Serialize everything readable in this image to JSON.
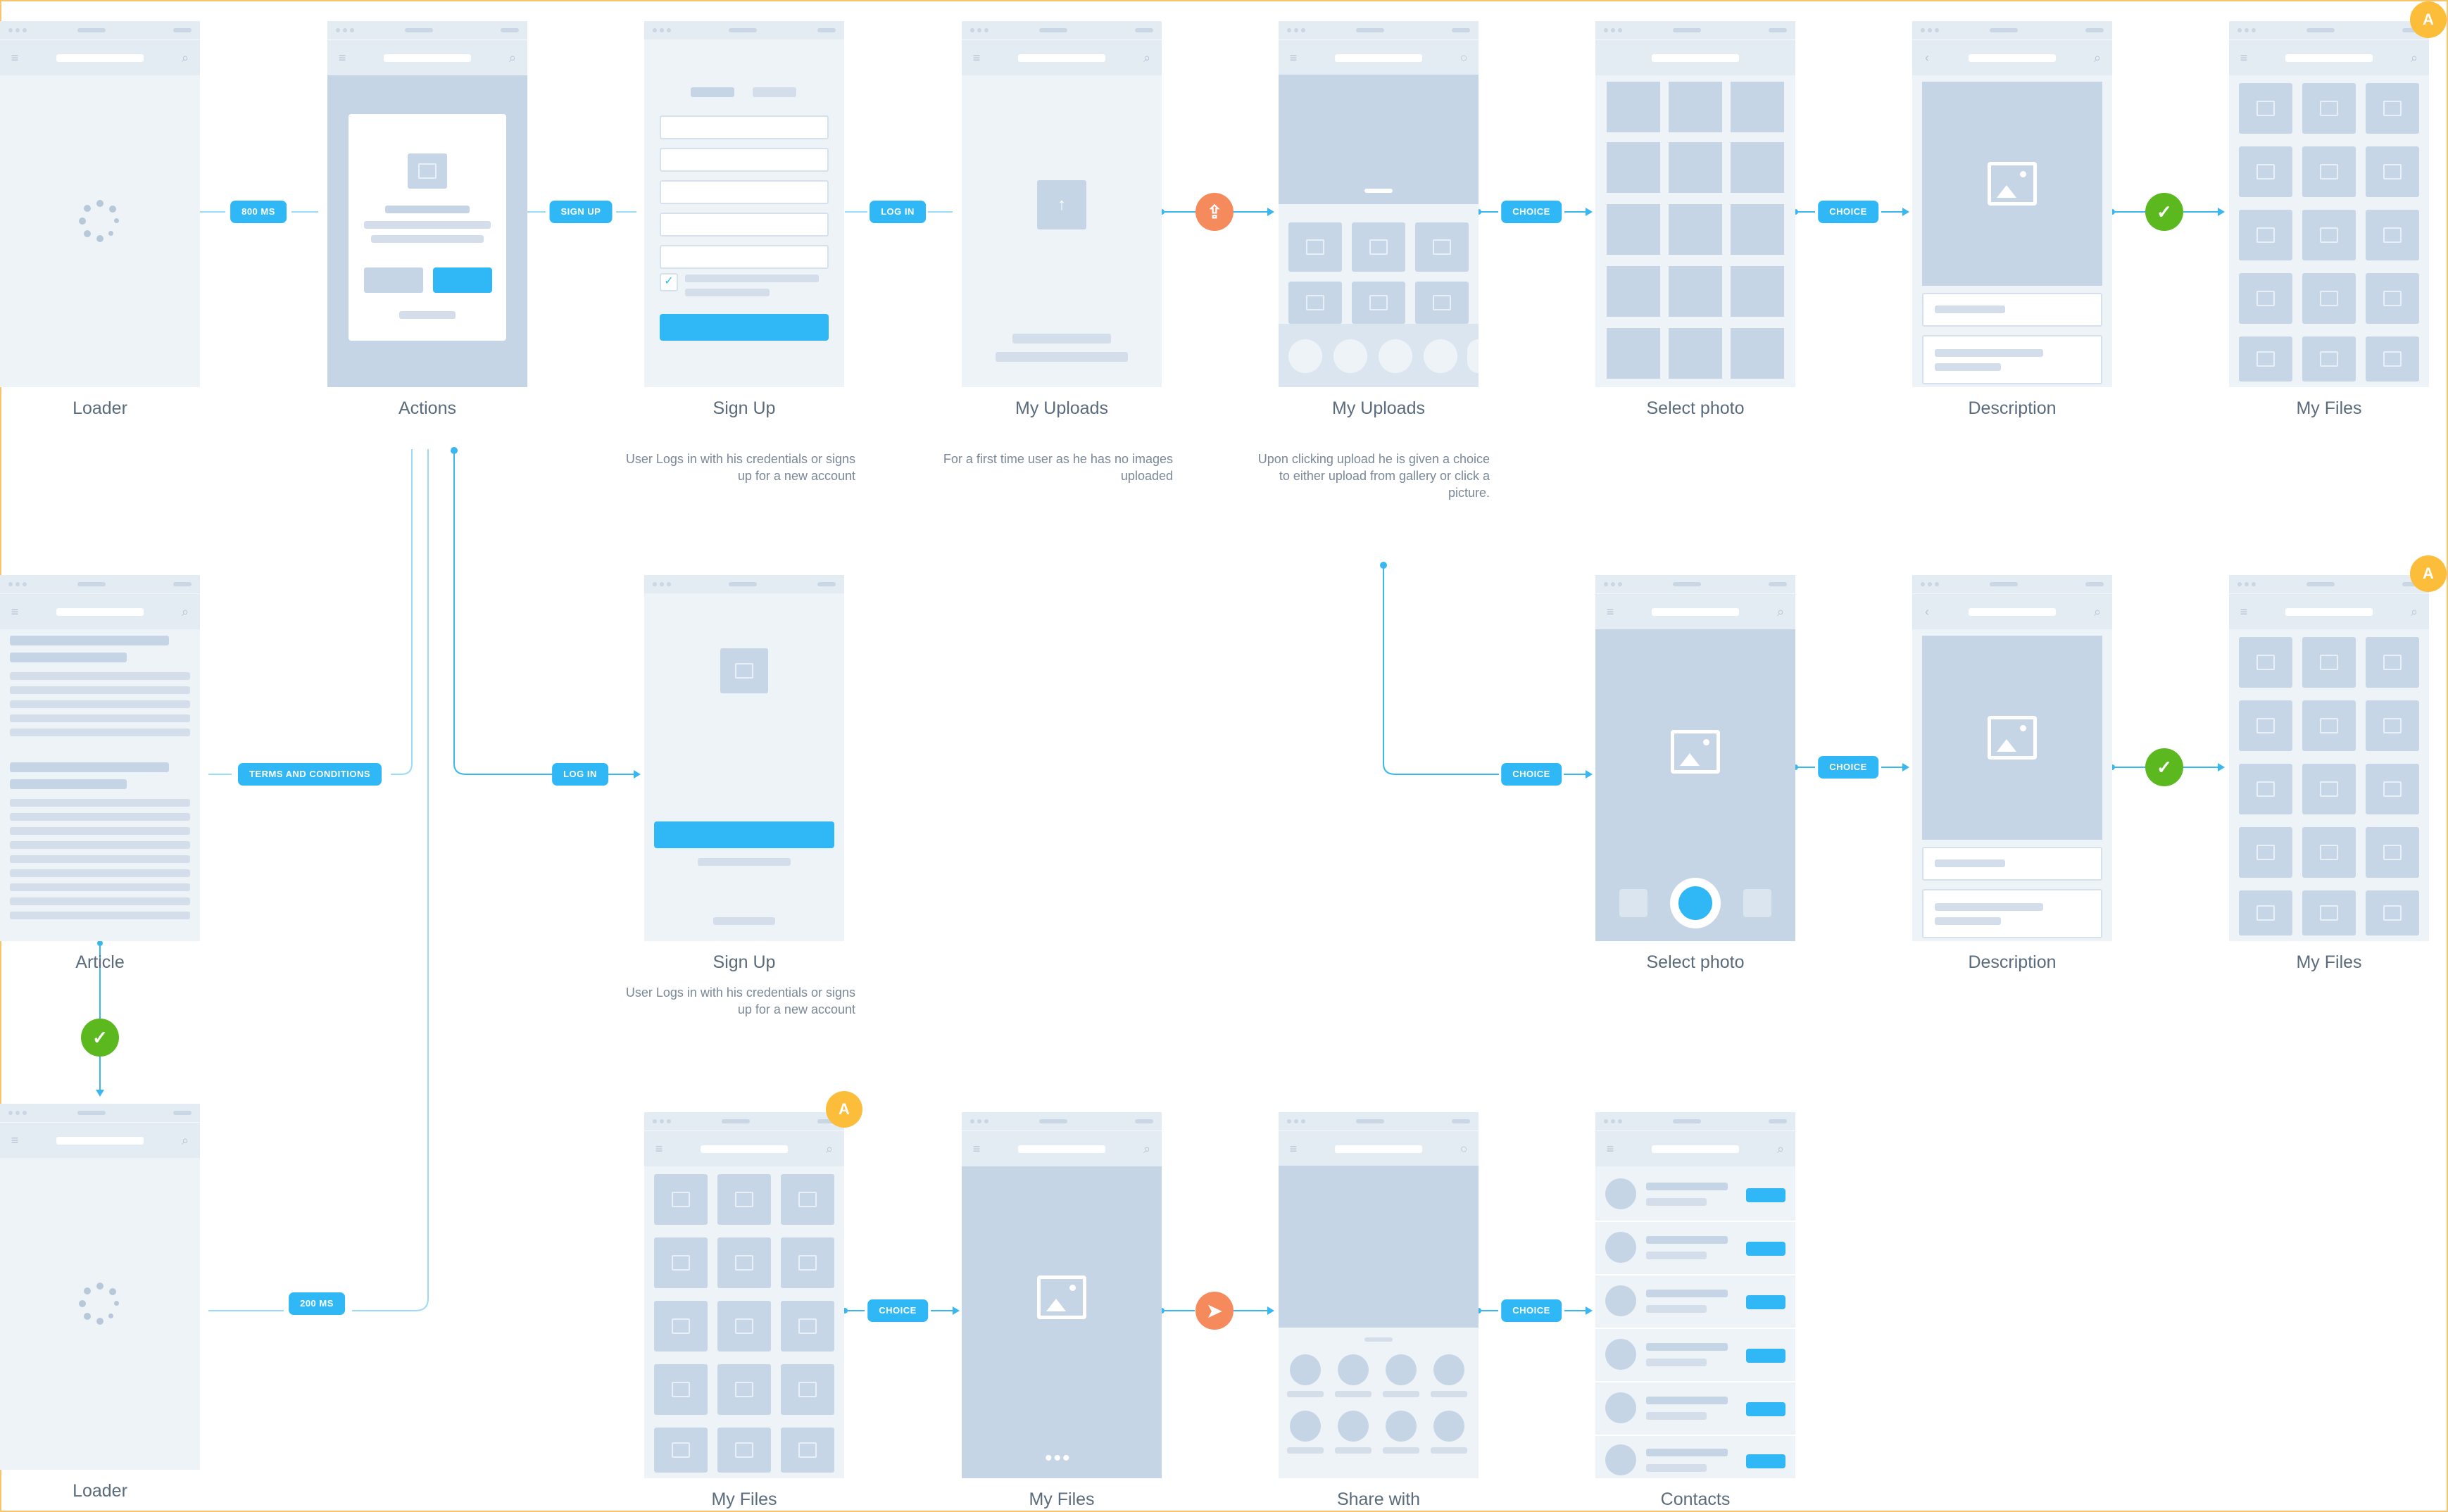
{
  "screens": {
    "loader1": {
      "label": "Loader"
    },
    "actions": {
      "label": "Actions"
    },
    "signup1": {
      "label": "Sign Up",
      "note": "User Logs in with his credentials or signs up for a new account"
    },
    "uploads1": {
      "label": "My Uploads",
      "note": "For a first time user as he has no images uploaded"
    },
    "uploads2": {
      "label": "My Uploads",
      "note": "Upon clicking upload he is given a choice to either upload from gallery or click a picture."
    },
    "select1": {
      "label": "Select photo"
    },
    "desc1": {
      "label": "Description"
    },
    "files1": {
      "label": "My Files"
    },
    "article": {
      "label": "Article"
    },
    "signup2": {
      "label": "Sign Up",
      "note": "User Logs in with his credentials or signs up for a new account"
    },
    "select2": {
      "label": "Select photo"
    },
    "desc2": {
      "label": "Description"
    },
    "files2": {
      "label": "My Files"
    },
    "loader2": {
      "label": "Loader"
    },
    "files3": {
      "label": "My Files"
    },
    "files4": {
      "label": "My Files"
    },
    "share": {
      "label": "Share with"
    },
    "contacts": {
      "label": "Contacts"
    }
  },
  "transitions": {
    "t800": "800 MS",
    "signup": "SIGN UP",
    "login1": "LOG IN",
    "choice1": "CHOICE",
    "choice2": "CHOICE",
    "terms": "TERMS AND CONDITIONS",
    "login2": "LOG IN",
    "choice3": "CHOICE",
    "choice4": "CHOICE",
    "t200": "200 MS",
    "choice5": "CHOICE",
    "choice6": "CHOICE"
  },
  "badges": {
    "anchor": "A"
  },
  "colors": {
    "accent": "#2fb8f5",
    "upload": "#f58a5c",
    "success": "#5bb91f",
    "anchor": "#fcbd3a",
    "wireframe": "#eef3f8"
  }
}
